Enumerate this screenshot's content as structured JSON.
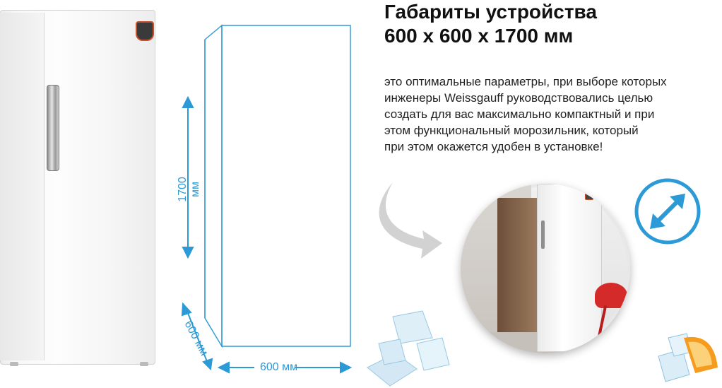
{
  "heading": {
    "line1": "Габариты устройства",
    "line2": "600 x 600 x 1700 мм"
  },
  "description": {
    "line1": "это оптимальные параметры, при выборе которых",
    "line2": "инженеры Weissgauff руководствовались целью",
    "line3": "создать для вас максимально компактный и при",
    "line4": "этом функциональный морозильник, который",
    "line5": "при этом окажется удобен в установке!"
  },
  "dimensions": {
    "height_label": "1700 мм",
    "depth_label": "600 мм",
    "width_label": "600 мм"
  },
  "colors": {
    "accent": "#2b9ad6",
    "arrow_gray": "#cfcfcf",
    "title": "#111111"
  },
  "icons": {
    "resize": "diagonal-resize-icon",
    "curved_arrow": "curved-arrow-icon"
  }
}
